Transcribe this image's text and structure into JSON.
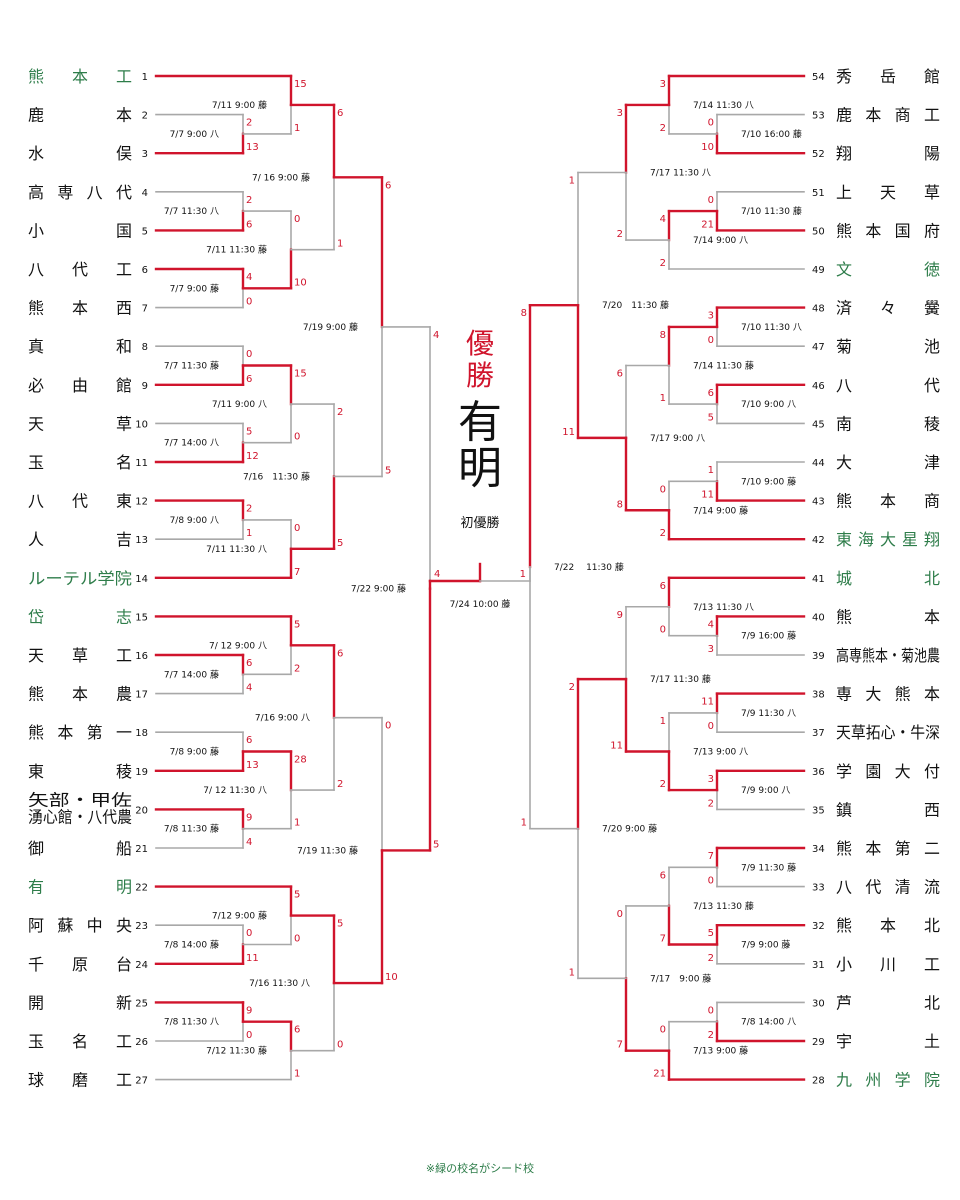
{
  "colors": {
    "win": "#d0142c",
    "lose": "#a8a8a8",
    "seed": "#2e7d4a",
    "text": "#111111"
  },
  "champion": {
    "label_line1": "優",
    "label_line2": "勝",
    "name_line1": "有",
    "name_line2": "明",
    "note": "初優勝"
  },
  "footnote": "※緑の校名がシード校",
  "left_teams": [
    {
      "num": "1",
      "name": "熊本工",
      "seed": true
    },
    {
      "num": "2",
      "name": "鹿本",
      "seed": false
    },
    {
      "num": "3",
      "name": "水俣",
      "seed": false
    },
    {
      "num": "4",
      "name": "高専八代",
      "seed": false
    },
    {
      "num": "5",
      "name": "小国",
      "seed": false
    },
    {
      "num": "6",
      "name": "八代工",
      "seed": false
    },
    {
      "num": "7",
      "name": "熊本西",
      "seed": false
    },
    {
      "num": "8",
      "name": "真和",
      "seed": false
    },
    {
      "num": "9",
      "name": "必由館",
      "seed": false
    },
    {
      "num": "10",
      "name": "天草",
      "seed": false
    },
    {
      "num": "11",
      "name": "玉名",
      "seed": false
    },
    {
      "num": "12",
      "name": "八代東",
      "seed": false
    },
    {
      "num": "13",
      "name": "人吉",
      "seed": false
    },
    {
      "num": "14",
      "name": "ルーテル学院",
      "seed": true
    },
    {
      "num": "15",
      "name": "岱志",
      "seed": true
    },
    {
      "num": "16",
      "name": "天草工",
      "seed": false
    },
    {
      "num": "17",
      "name": "熊本農",
      "seed": false
    },
    {
      "num": "18",
      "name": "熊本第一",
      "seed": false
    },
    {
      "num": "19",
      "name": "東稜",
      "seed": false
    },
    {
      "num": "20",
      "name": "矢部・甲佐|湧心館・八代農",
      "seed": false
    },
    {
      "num": "21",
      "name": "御船",
      "seed": false
    },
    {
      "num": "22",
      "name": "有明",
      "seed": true
    },
    {
      "num": "23",
      "name": "阿蘇中央",
      "seed": false
    },
    {
      "num": "24",
      "name": "千原台",
      "seed": false
    },
    {
      "num": "25",
      "name": "開新",
      "seed": false
    },
    {
      "num": "26",
      "name": "玉名工",
      "seed": false
    },
    {
      "num": "27",
      "name": "球磨工",
      "seed": false
    }
  ],
  "right_teams": [
    {
      "num": "54",
      "name": "秀岳館",
      "seed": false
    },
    {
      "num": "53",
      "name": "鹿本商工",
      "seed": false
    },
    {
      "num": "52",
      "name": "翔陽",
      "seed": false
    },
    {
      "num": "51",
      "name": "上天草",
      "seed": false
    },
    {
      "num": "50",
      "name": "熊本国府",
      "seed": false
    },
    {
      "num": "49",
      "name": "文徳",
      "seed": true
    },
    {
      "num": "48",
      "name": "済々黌",
      "seed": false
    },
    {
      "num": "47",
      "name": "菊池",
      "seed": false
    },
    {
      "num": "46",
      "name": "八代",
      "seed": false
    },
    {
      "num": "45",
      "name": "南稜",
      "seed": false
    },
    {
      "num": "44",
      "name": "大津",
      "seed": false
    },
    {
      "num": "43",
      "name": "熊本商",
      "seed": false
    },
    {
      "num": "42",
      "name": "東海大星翔",
      "seed": true
    },
    {
      "num": "41",
      "name": "城北",
      "seed": true
    },
    {
      "num": "40",
      "name": "熊本",
      "seed": false
    },
    {
      "num": "39",
      "name": "高専熊本・菊池農",
      "seed": false
    },
    {
      "num": "38",
      "name": "専大熊本",
      "seed": false
    },
    {
      "num": "37",
      "name": "天草拓心・牛深",
      "seed": false
    },
    {
      "num": "36",
      "name": "学園大付",
      "seed": false
    },
    {
      "num": "35",
      "name": "鎮西",
      "seed": false
    },
    {
      "num": "34",
      "name": "熊本第二",
      "seed": false
    },
    {
      "num": "33",
      "name": "八代清流",
      "seed": false
    },
    {
      "num": "32",
      "name": "熊本北",
      "seed": false
    },
    {
      "num": "31",
      "name": "小川工",
      "seed": false
    },
    {
      "num": "30",
      "name": "芦北",
      "seed": false
    },
    {
      "num": "29",
      "name": "宇土",
      "seed": false
    },
    {
      "num": "28",
      "name": "九州学院",
      "seed": true
    }
  ],
  "left_matches": [
    {
      "a": "2",
      "b": "3",
      "date": "7/7 9:00 八",
      "sa": "2",
      "sb": "13",
      "win": "b"
    },
    {
      "a": "4",
      "b": "5",
      "date": "7/7 11:30 八",
      "sa": "2",
      "sb": "6",
      "win": "b"
    },
    {
      "a": "6",
      "b": "7",
      "date": "7/7 9:00 藤",
      "sa": "4",
      "sb": "0",
      "win": "a"
    },
    {
      "a": "8",
      "b": "9",
      "date": "7/7 11:30 藤",
      "sa": "0",
      "sb": "6",
      "win": "b"
    },
    {
      "a": "10",
      "b": "11",
      "date": "7/7 14:00 八",
      "sa": "5",
      "sb": "12",
      "win": "b"
    },
    {
      "a": "12",
      "b": "13",
      "date": "7/8 9:00 八",
      "sa": "2",
      "sb": "1",
      "win": "a"
    },
    {
      "a": "16",
      "b": "17",
      "date": "7/7 14:00 藤",
      "sa": "6",
      "sb": "4",
      "win": "a"
    },
    {
      "a": "18",
      "b": "19",
      "date": "7/8 9:00 藤",
      "sa": "6",
      "sb": "13",
      "win": "b"
    },
    {
      "a": "20",
      "b": "21",
      "date": "7/8 11:30 藤",
      "sa": "9",
      "sb": "4",
      "win": "a"
    },
    {
      "a": "23",
      "b": "24",
      "date": "7/8 14:00 藤",
      "sa": "0",
      "sb": "11",
      "win": "b"
    },
    {
      "a": "25",
      "b": "26",
      "date": "7/8 11:30 八",
      "sa": "9",
      "sb": "0",
      "win": "a"
    },
    {
      "a": "1",
      "b": "M0",
      "date": "7/11 9:00 藤",
      "sa": "15",
      "sb": "1",
      "win": "a"
    },
    {
      "a": "M1",
      "b": "M2",
      "date": "7/11 11:30 藤",
      "sa": "0",
      "sb": "10",
      "win": "b"
    },
    {
      "a": "M3",
      "b": "M4",
      "date": "7/11 9:00 八",
      "sa": "15",
      "sb": "0",
      "win": "a"
    },
    {
      "a": "M5",
      "b": "14",
      "date": "7/11 11:30 八",
      "sa": "0",
      "sb": "7",
      "win": "b"
    },
    {
      "a": "15",
      "b": "M6",
      "date": "7/ 12 9:00 八",
      "sa": "5",
      "sb": "2",
      "win": "a"
    },
    {
      "a": "M7",
      "b": "M8",
      "date": "7/ 12 11:30 八",
      "sa": "28",
      "sb": "1",
      "win": "a"
    },
    {
      "a": "22",
      "b": "M9",
      "date": "7/12 9:00 藤",
      "sa": "5",
      "sb": "0",
      "win": "a"
    },
    {
      "a": "M10",
      "b": "27",
      "date": "7/12 11:30 藤",
      "sa": "6",
      "sb": "1",
      "win": "a"
    },
    {
      "a": "M11",
      "b": "M12",
      "date": "7/ 16 9:00 藤",
      "sa": "6",
      "sb": "1",
      "win": "a"
    },
    {
      "a": "M13",
      "b": "M14",
      "date": "7/16　11:30 藤",
      "sa": "2",
      "sb": "5",
      "win": "b"
    },
    {
      "a": "M15",
      "b": "M16",
      "date": "7/16 9:00 八",
      "sa": "6",
      "sb": "2",
      "win": "a"
    },
    {
      "a": "M17",
      "b": "M18",
      "date": "7/16 11:30 八",
      "sa": "5",
      "sb": "0",
      "win": "a"
    },
    {
      "a": "M19",
      "b": "M20",
      "date": "7/19 9:00 藤",
      "sa": "6",
      "sb": "5",
      "win": "a"
    },
    {
      "a": "M21",
      "b": "M22",
      "date": "7/19 11:30 藤",
      "sa": "0",
      "sb": "10",
      "win": "b"
    },
    {
      "a": "M23",
      "b": "M24",
      "date": "7/22 9:00 藤",
      "sa": "4",
      "sb": "5",
      "win": "b"
    }
  ],
  "right_matches": [
    {
      "a": "53",
      "b": "52",
      "date": "7/10 16:00 藤",
      "sa": "0",
      "sb": "10",
      "win": "b"
    },
    {
      "a": "51",
      "b": "50",
      "date": "7/10 11:30 藤",
      "sa": "0",
      "sb": "21",
      "win": "b"
    },
    {
      "a": "48",
      "b": "47",
      "date": "7/10 11:30 八",
      "sa": "3",
      "sb": "0",
      "win": "a"
    },
    {
      "a": "46",
      "b": "45",
      "date": "7/10 9:00 八",
      "sa": "6",
      "sb": "5",
      "win": "a"
    },
    {
      "a": "44",
      "b": "43",
      "date": "7/10 9:00 藤",
      "sa": "1",
      "sb": "11",
      "win": "b"
    },
    {
      "a": "40",
      "b": "39",
      "date": "7/9 16:00 藤",
      "sa": "4",
      "sb": "3",
      "win": "a"
    },
    {
      "a": "38",
      "b": "37",
      "date": "7/9 11:30 八",
      "sa": "11",
      "sb": "0",
      "win": "a"
    },
    {
      "a": "36",
      "b": "35",
      "date": "7/9 9:00 八",
      "sa": "3",
      "sb": "2",
      "win": "a"
    },
    {
      "a": "34",
      "b": "33",
      "date": "7/9 11:30 藤",
      "sa": "7",
      "sb": "0",
      "win": "a"
    },
    {
      "a": "32",
      "b": "31",
      "date": "7/9 9:00 藤",
      "sa": "5",
      "sb": "2",
      "win": "a"
    },
    {
      "a": "30",
      "b": "29",
      "date": "7/8 14:00 八",
      "sa": "0",
      "sb": "2",
      "win": "b"
    },
    {
      "a": "54",
      "b": "M0",
      "date": "7/14 11:30 八",
      "sa": "3",
      "sb": "2",
      "win": "a"
    },
    {
      "a": "M1",
      "b": "49",
      "date": "7/14 9:00 八",
      "sa": "4",
      "sb": "2",
      "win": "a"
    },
    {
      "a": "M2",
      "b": "M3",
      "date": "7/14 11:30 藤",
      "sa": "8",
      "sb": "1",
      "win": "a"
    },
    {
      "a": "M4",
      "b": "42",
      "date": "7/14 9:00 藤",
      "sa": "0",
      "sb": "2",
      "win": "b"
    },
    {
      "a": "41",
      "b": "M5",
      "date": "7/13 11:30 八",
      "sa": "6",
      "sb": "0",
      "win": "a"
    },
    {
      "a": "M6",
      "b": "M7",
      "date": "7/13 9:00 八",
      "sa": "1",
      "sb": "2",
      "win": "b"
    },
    {
      "a": "M8",
      "b": "M9",
      "date": "7/13 11:30 藤",
      "sa": "6",
      "sb": "7",
      "win": "b"
    },
    {
      "a": "M10",
      "b": "28",
      "date": "7/13 9:00 藤",
      "sa": "0",
      "sb": "21",
      "win": "b"
    },
    {
      "a": "M11",
      "b": "M12",
      "date": "7/17 11:30 八",
      "sa": "3",
      "sb": "2",
      "win": "a"
    },
    {
      "a": "M13",
      "b": "M14",
      "date": "7/17 9:00 八",
      "sa": "6",
      "sb": "8",
      "win": "b"
    },
    {
      "a": "M15",
      "b": "M16",
      "date": "7/17 11:30 藤",
      "sa": "9",
      "sb": "11",
      "win": "b"
    },
    {
      "a": "M17",
      "b": "M18",
      "date": "7/17　9:00 藤",
      "sa": "0",
      "sb": "7",
      "win": "b"
    },
    {
      "a": "M19",
      "b": "M20",
      "date": "7/20　11:30 藤",
      "sa": "1",
      "sb": "11",
      "win": "b"
    },
    {
      "a": "M21",
      "b": "M22",
      "date": "7/20 9:00 藤",
      "sa": "2",
      "sb": "1",
      "win": "a"
    },
    {
      "a": "M23",
      "b": "M24",
      "date": "7/22　 11:30 藤",
      "sa": "8",
      "sb": "1",
      "win": "a"
    }
  ],
  "final": {
    "date": "7/24 10:00 藤",
    "left_score": "4",
    "right_score": "1",
    "winner": "left"
  }
}
